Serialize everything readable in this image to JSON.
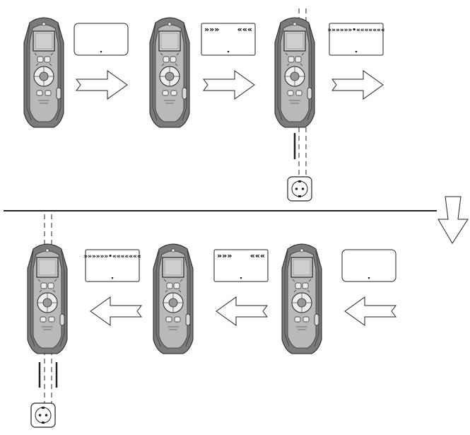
{
  "figure": {
    "rows": [
      {
        "name": "top",
        "steps": [
          {
            "display_indicator": "none",
            "next_arrow": "right"
          },
          {
            "display_indicator": "weak",
            "next_arrow": "right"
          },
          {
            "display_indicator": "strong",
            "next_arrow": "right",
            "wire_detected": true,
            "socket_shown": true
          }
        ]
      },
      {
        "name": "bottom",
        "steps": [
          {
            "display_indicator": "strong",
            "wire_detected": true,
            "socket_shown": true
          },
          {
            "display_indicator": "weak",
            "next_arrow": "left"
          },
          {
            "display_indicator": "none",
            "next_arrow": "left"
          }
        ]
      }
    ],
    "row_transition_arrow": "down",
    "glyphs": {
      "weak_left": "»»»",
      "weak_right": "«««",
      "strong": "»»»»»»•«««««««",
      "marker": "▾"
    },
    "colors": {
      "device_body": "#7a7a7a",
      "device_inner": "#b9b9b9",
      "screen": "#cfcfcf",
      "outline": "#222222"
    }
  }
}
